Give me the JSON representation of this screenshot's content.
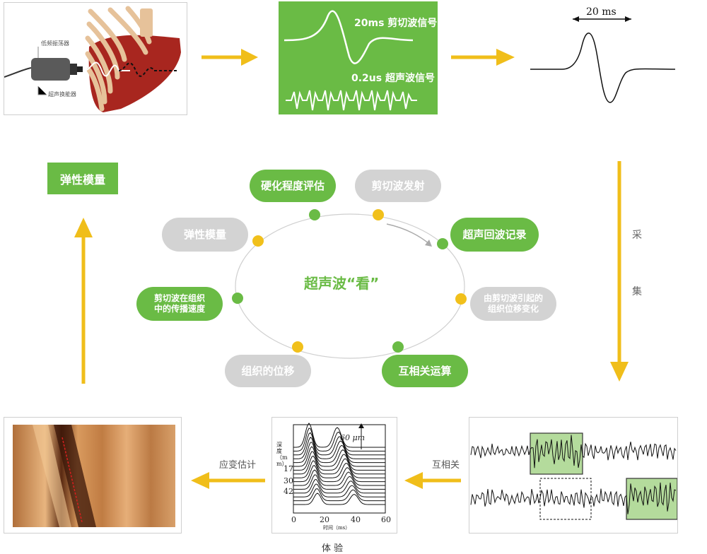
{
  "top": {
    "illustration": {
      "label_vibrator": "低频振荡器",
      "label_transducer": "超声换能器"
    },
    "signal_panel": {
      "shear_label": "20ms  剪切波信号",
      "ultrasound_label": "0.2us  超声波信号"
    },
    "pulse": {
      "duration_label": "20 ms"
    }
  },
  "left": {
    "result_box": "弹性模量"
  },
  "right": {
    "acquire_label_1": "采",
    "acquire_label_2": "集"
  },
  "cycle": {
    "center_title": "超声波“看”",
    "nodes": [
      {
        "label": "硬化程度评估",
        "style": "green"
      },
      {
        "label": "剪切波发射",
        "style": "gray"
      },
      {
        "label": "超声回波记录",
        "style": "green"
      },
      {
        "label": "由剪切波引起的组织位移变化",
        "line1": "由剪切波引起的",
        "line2": "组织位移变化",
        "style": "gray"
      },
      {
        "label": "互相关运算",
        "style": "green"
      },
      {
        "label": "组织的位移",
        "style": "gray"
      },
      {
        "label": "剪切波在组织中的传播速度",
        "line1": "剪切波在组织",
        "line2": "中的传播速度",
        "style": "green"
      },
      {
        "label": "弹性模量",
        "style": "gray"
      }
    ]
  },
  "bottom": {
    "correlation_label": "互相关",
    "strain_label": "应变估计",
    "displacement_plot": {
      "annotation": "60 μm",
      "y_axis_label": "深度（mm）",
      "y_ticks": [
        "17",
        "30",
        "42"
      ],
      "x_ticks": [
        "0",
        "20",
        "40",
        "60"
      ],
      "x_axis_label": "时间（ms）"
    },
    "partial_text": "体 验"
  },
  "colors": {
    "green": "#6abb45",
    "gray": "#d3d3d3",
    "yellow_arrow": "#f0be1a",
    "liver": "#a8261f"
  }
}
